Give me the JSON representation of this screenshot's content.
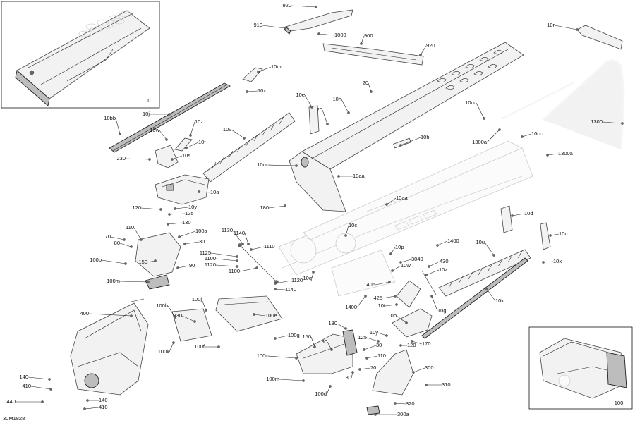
{
  "diagram": {
    "code": "30M1828",
    "callouts": [
      {
        "id": "c920a",
        "text": "920"
      },
      {
        "id": "c910",
        "text": "910"
      },
      {
        "id": "c1000",
        "text": "1000"
      },
      {
        "id": "c900",
        "text": "900"
      },
      {
        "id": "c920b",
        "text": "920"
      },
      {
        "id": "c10r",
        "text": "10r"
      },
      {
        "id": "c10m",
        "text": "10m"
      },
      {
        "id": "c10x_a",
        "text": "10x"
      },
      {
        "id": "c20a",
        "text": "20"
      },
      {
        "id": "c10e",
        "text": "10e"
      },
      {
        "id": "c10h_a",
        "text": "10h"
      },
      {
        "id": "c20b",
        "text": "20"
      },
      {
        "id": "c10cc_a",
        "text": "10cc"
      },
      {
        "id": "c1300",
        "text": "1300"
      },
      {
        "id": "c10bb",
        "text": "10bb"
      },
      {
        "id": "c10j",
        "text": "10j"
      },
      {
        "id": "c10z_a",
        "text": "10z"
      },
      {
        "id": "c10w_a",
        "text": "10w"
      },
      {
        "id": "c10f",
        "text": "10f"
      },
      {
        "id": "c10v",
        "text": "10v"
      },
      {
        "id": "c10h_b",
        "text": "10h"
      },
      {
        "id": "c1300a_a",
        "text": "1300a"
      },
      {
        "id": "c10cc_b",
        "text": "10cc"
      },
      {
        "id": "c1300a_b",
        "text": "1300a"
      },
      {
        "id": "c230",
        "text": "230"
      },
      {
        "id": "c10s",
        "text": "10s"
      },
      {
        "id": "c10cc_c",
        "text": "10cc"
      },
      {
        "id": "c10aa_a",
        "text": "10aa"
      },
      {
        "id": "c10a",
        "text": "10a"
      },
      {
        "id": "c10aa_b",
        "text": "10aa"
      },
      {
        "id": "c120a",
        "text": "120"
      },
      {
        "id": "c10y_a",
        "text": "10y"
      },
      {
        "id": "c125a",
        "text": "125"
      },
      {
        "id": "c180",
        "text": "180"
      },
      {
        "id": "c10d",
        "text": "10d"
      },
      {
        "id": "c130a",
        "text": "130"
      },
      {
        "id": "c110a",
        "text": "110"
      },
      {
        "id": "c100a",
        "text": "100a"
      },
      {
        "id": "c1130",
        "text": "1130"
      },
      {
        "id": "c1140a",
        "text": "1140"
      },
      {
        "id": "c10c",
        "text": "10c"
      },
      {
        "id": "c1400a",
        "text": "1400"
      },
      {
        "id": "c10n",
        "text": "10n"
      },
      {
        "id": "c70a",
        "text": "70"
      },
      {
        "id": "c80a",
        "text": "80"
      },
      {
        "id": "c30a",
        "text": "30"
      },
      {
        "id": "c1110",
        "text": "1110"
      },
      {
        "id": "c10p",
        "text": "10p"
      },
      {
        "id": "c10u",
        "text": "10u"
      },
      {
        "id": "c1125",
        "text": "1125"
      },
      {
        "id": "c1100a",
        "text": "1100"
      },
      {
        "id": "c1120a",
        "text": "1120"
      },
      {
        "id": "c3040",
        "text": "3040"
      },
      {
        "id": "c430",
        "text": "430"
      },
      {
        "id": "c10x_b",
        "text": "10x"
      },
      {
        "id": "c100b",
        "text": "100b"
      },
      {
        "id": "c150a",
        "text": "150"
      },
      {
        "id": "c90a",
        "text": "90"
      },
      {
        "id": "c1100b",
        "text": "1100"
      },
      {
        "id": "c10w_b",
        "text": "10w"
      },
      {
        "id": "c10z_b",
        "text": "10z"
      },
      {
        "id": "c1120b",
        "text": "1120"
      },
      {
        "id": "c10q",
        "text": "10q"
      },
      {
        "id": "c100m_a",
        "text": "100m"
      },
      {
        "id": "c1405",
        "text": "1405"
      },
      {
        "id": "c1140b",
        "text": "1140"
      },
      {
        "id": "c425",
        "text": "425"
      },
      {
        "id": "c10t",
        "text": "10t"
      },
      {
        "id": "c10k",
        "text": "10k"
      },
      {
        "id": "c1400b",
        "text": "1400"
      },
      {
        "id": "c10g",
        "text": "10g"
      },
      {
        "id": "c400",
        "text": "400"
      },
      {
        "id": "c100h",
        "text": "100h"
      },
      {
        "id": "c100j",
        "text": "100j"
      },
      {
        "id": "c330",
        "text": "330"
      },
      {
        "id": "c100e",
        "text": "100e"
      },
      {
        "id": "c10b",
        "text": "10b"
      },
      {
        "id": "c130b",
        "text": "130"
      },
      {
        "id": "c10y_b",
        "text": "10y"
      },
      {
        "id": "c100g",
        "text": "100g"
      },
      {
        "id": "c125b",
        "text": "125"
      },
      {
        "id": "c150b",
        "text": "150"
      },
      {
        "id": "c90b",
        "text": "90"
      },
      {
        "id": "c30b",
        "text": "30"
      },
      {
        "id": "c120b",
        "text": "120"
      },
      {
        "id": "c170",
        "text": "170"
      },
      {
        "id": "c100k",
        "text": "100k"
      },
      {
        "id": "c100f",
        "text": "100f"
      },
      {
        "id": "c100c",
        "text": "100c"
      },
      {
        "id": "c110b",
        "text": "110"
      },
      {
        "id": "c300",
        "text": "300"
      },
      {
        "id": "c140a",
        "text": "140"
      },
      {
        "id": "c410a",
        "text": "410"
      },
      {
        "id": "c100m_b",
        "text": "100m"
      },
      {
        "id": "c80b",
        "text": "80"
      },
      {
        "id": "c70b",
        "text": "70"
      },
      {
        "id": "c310",
        "text": "310"
      },
      {
        "id": "c100d",
        "text": "100d"
      },
      {
        "id": "c440",
        "text": "440"
      },
      {
        "id": "c140b",
        "text": "140"
      },
      {
        "id": "c410b",
        "text": "410"
      },
      {
        "id": "c320",
        "text": "320"
      },
      {
        "id": "c300a",
        "text": "300a"
      },
      {
        "id": "c10",
        "text": "10"
      },
      {
        "id": "c100",
        "text": "100"
      }
    ]
  }
}
